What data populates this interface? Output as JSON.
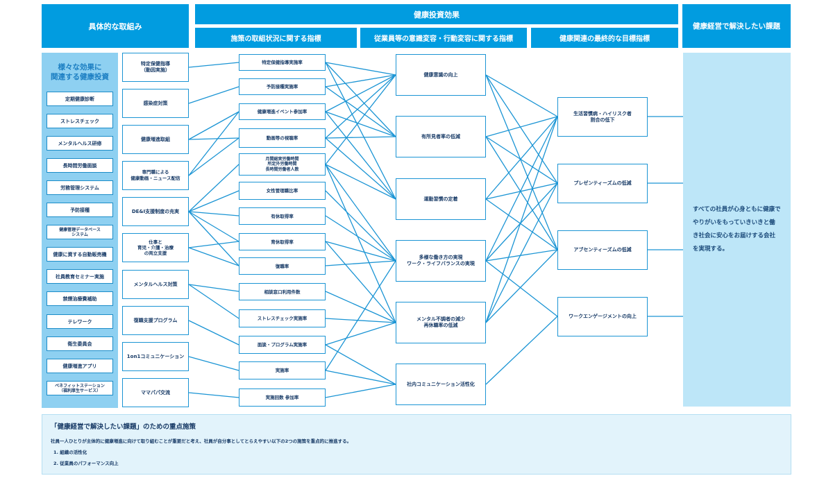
{
  "headers": {
    "concrete": "具体的な取組み",
    "effects": "健康投資効果",
    "metrics1": "施策の取組状況に関する指標",
    "metrics2": "従業員等の意識変容・行動変容に関する指標",
    "metrics3": "健康関連の最終的な目標指標",
    "issue": "健康経営で解決したい課題"
  },
  "left_panel": {
    "title": "様々な効果に\n関連する健康投資",
    "items": [
      "定期健康診断",
      "ストレスチェック",
      "メンタルヘルス研修",
      "長時間労働面談",
      "労務管理システム",
      "予防接種",
      "健康管理データベース\nシステム",
      "健康に資する自動販売機",
      "社員教育セミナー実施",
      "禁煙治療費補助",
      "テレワーク",
      "衛生委員会",
      "健康増進アプリ",
      "ベネフィットステーション\n（福利厚生サービス）"
    ]
  },
  "col1": [
    "特定保健指導\n（動因実施）",
    "感染症対策",
    "健康増進取組",
    "専門職による\n健康動画・ニュース配信",
    "DE&I支援制度の充実",
    "仕事と\n育児・介護・治療\nの両立支援",
    "メンタルヘルス対策",
    "復職支援プログラム",
    "1on1コミュニケーション",
    "ママパパ交流"
  ],
  "col2": [
    "特定保健指導実施率",
    "予防接種実施率",
    "健康増進イベント参加率",
    "動画等の視聴率",
    "月間総実労働時間\n所定外労働時間\n長時間労働者人数",
    "女性管理職比率",
    "有休取得率",
    "育休取得率",
    "復職率",
    "相談窓口利用件数",
    "ストレスチェック実施率",
    "面談・プログラム実施率",
    "実施率",
    "実施回数 参加率"
  ],
  "col3": [
    "健康意識の向上",
    "有所見者率の低減",
    "運動習慣の定着",
    "多様な働き方の実現\nワーク・ライフバランスの実現",
    "メンタル不調者の減少\n再休職率の低減",
    "社内コミュニケーション活性化"
  ],
  "col4": [
    "生活習慣病・ハイリスク者\n割合の低下",
    "プレゼンティーズムの低減",
    "アブセンティーズムの低減",
    "ワークエンゲージメントの向上"
  ],
  "issue_text": "すべての社員が心身ともに健康でやりがいをもっていきいきと働き社会に安心をお届けする会社を実現する。",
  "bottom": {
    "title": "「健康経営で解決したい課題」のための重点施策",
    "description": "社員一人ひとりが主体的に健康増進に向けて取り組むことが重要だと考え、社員が自分事としてとらえやすい以下の2つの施策を重点的に推進する。",
    "items": [
      "1. 組織の活性化",
      "2. 従業員のパフォーマンス向上"
    ]
  },
  "colors": {
    "header_blue": "#019ce0",
    "line_blue": "#1a94d4",
    "left_panel": "#8ed0f1",
    "right_panel": "#bde6f8"
  }
}
